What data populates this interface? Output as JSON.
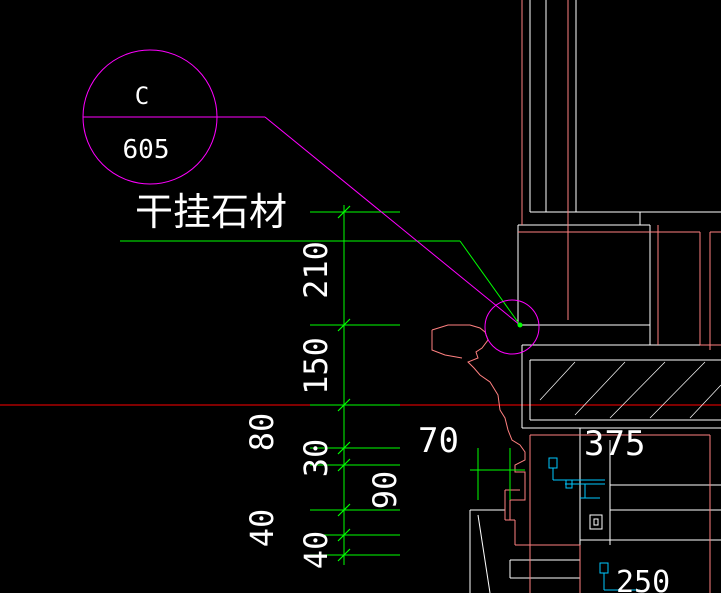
{
  "drawing": {
    "callout": {
      "letter": "C",
      "number": "605",
      "label": "干挂石材"
    },
    "dimensions": {
      "d210": "210",
      "d150": "150",
      "d80": "80",
      "d30": "30",
      "d90": "90",
      "d40a": "40",
      "d40b": "40",
      "d70": "70",
      "d375": "375",
      "d250": "250"
    },
    "colors": {
      "background": "#000000",
      "outline": "#ffffff",
      "callout": "#ff00ff",
      "dimension": "#00ff00",
      "section": "#ff8080",
      "axis": "#ff0000",
      "steel": "#00c8ff",
      "text": "#ffffff"
    }
  }
}
